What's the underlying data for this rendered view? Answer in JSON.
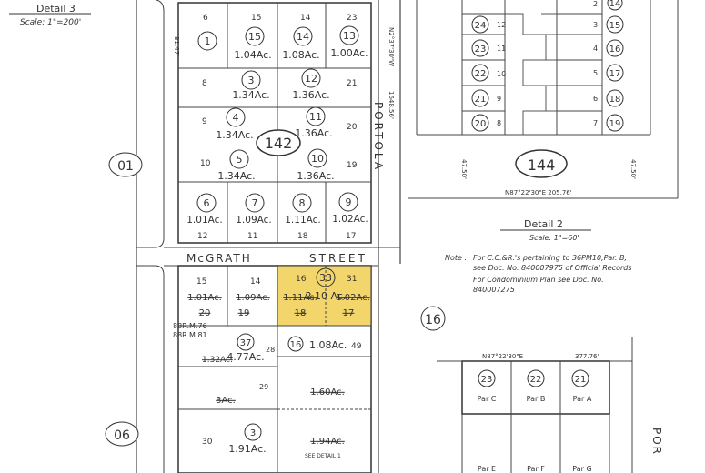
{
  "detail3": {
    "title": "Detail 3",
    "scale": "Scale: 1\"=200'"
  },
  "detail2": {
    "title": "Detail 2",
    "scale": "Scale: 1\"=60'"
  },
  "streets": {
    "portola_top": "PORTOLA",
    "mcgrath": "McGRATH",
    "street": "STREET",
    "portola_bottom": "POR"
  },
  "books": {
    "b142": "142",
    "b144": "144",
    "b01": "01",
    "b06": "06",
    "b16": "16"
  },
  "highlight_color": "#f2d56b",
  "note": {
    "label": "Note :",
    "line1": "For C.C.&R.'s pertaining to 36PM10,Par. B,",
    "line2": "see Doc. No. 840007975 of Official Records",
    "line3": "For Condominium Plan see Doc. No.",
    "line4": "840007275"
  },
  "block142": {
    "r1": {
      "lots": [
        "6",
        "15",
        "14",
        "23"
      ],
      "parcels": [
        "1",
        "15",
        "14",
        "13"
      ],
      "acres": [
        "",
        "1.04Ac.",
        "1.08Ac.",
        "1.00Ac."
      ]
    },
    "r2": {
      "lots": [
        "8",
        "21"
      ],
      "parcels": [
        "3",
        "12"
      ],
      "acres": [
        "1.34Ac.",
        "1.36Ac."
      ]
    },
    "r3": {
      "lots": [
        "9",
        "20"
      ],
      "parcels": [
        "4",
        "11"
      ],
      "acres": [
        "1.34Ac.",
        "1.36Ac."
      ]
    },
    "r4": {
      "lots": [
        "10",
        "19"
      ],
      "parcels": [
        "5",
        "10"
      ],
      "acres": [
        "1.34Ac.",
        "1.36Ac."
      ]
    },
    "r5": {
      "parcels": [
        "6",
        "7",
        "8",
        "9"
      ],
      "acres": [
        "1.01Ac.",
        "1.09Ac.",
        "1.11Ac.",
        "1.02Ac."
      ],
      "lots": [
        "12",
        "11",
        "18",
        "17"
      ]
    }
  },
  "block144": {
    "left_parcels": [
      "24",
      "23",
      "22",
      "21",
      "20"
    ],
    "left_lots": [
      "12",
      "11",
      "10",
      "9",
      "8"
    ],
    "right_lots": [
      "2",
      "3",
      "4",
      "5",
      "6",
      "7"
    ],
    "right_parcels": [
      "14",
      "15",
      "16",
      "17",
      "18",
      "19"
    ],
    "bearing_bottom": "N87°22'30\"E  205.76'",
    "dim_left": "47.50'",
    "dim_right": "47.50'"
  },
  "block06": {
    "lots_top": [
      "15",
      "14",
      "16",
      "31"
    ],
    "parcel_33": "33",
    "acres_233": "2.10 Ac.",
    "acres_left": "1.01Ac.",
    "acres_mid": "1.09Ac.",
    "acres_h1": "1.11Ac.",
    "acres_h2": "1.02Ac.",
    "struck": [
      "20",
      "19",
      "18",
      "17"
    ],
    "parcel_37": "37",
    "acres_37": "4.77Ac.",
    "parcel_16": "16",
    "acres_16": "1.08Ac.",
    "lot49": "49",
    "lot28": "28",
    "lot29": "29",
    "lot30": "30",
    "struck_acres_1": "1.32Ac.",
    "struck_acres_2": "1.60Ac.",
    "struck_acres_3": "1.94Ac.",
    "struck_acres_4": "3Ac.",
    "parcel_3": "3",
    "acres_3": "1.91Ac.",
    "see_detail": "SEE DETAIL 1",
    "pm_ref1": "88R.M.76",
    "pm_ref2": "88R.M.81"
  },
  "detail2_parcels": {
    "numbers": [
      "23",
      "22",
      "21"
    ],
    "labels": [
      "Par C",
      "Par B",
      "Par A"
    ],
    "bottom_labels": [
      "Par E",
      "Par F",
      "Par G"
    ],
    "bearing": "N87°22'30\"E",
    "distance": "377.76'"
  }
}
